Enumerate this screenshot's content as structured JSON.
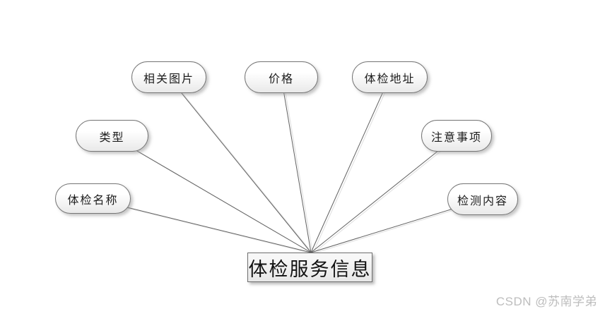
{
  "diagram": {
    "entity": {
      "label": "体检服务信息"
    },
    "attributes": [
      {
        "label": "相关图片"
      },
      {
        "label": "价格"
      },
      {
        "label": "体检地址"
      },
      {
        "label": "类型"
      },
      {
        "label": "注意事项"
      },
      {
        "label": "体检名称"
      },
      {
        "label": "检测内容"
      }
    ],
    "colors": {
      "shape_border": "#757575",
      "shape_fill_top": "#ffffff",
      "shape_fill_bottom": "#e9e9e9",
      "connector": "#606060",
      "connector_shadow": "#dedede",
      "text": "#1c1c1c",
      "background": "#ffffff"
    }
  },
  "watermark": {
    "text": "CSDN @苏南学弟",
    "color": "#bdbdbd"
  }
}
